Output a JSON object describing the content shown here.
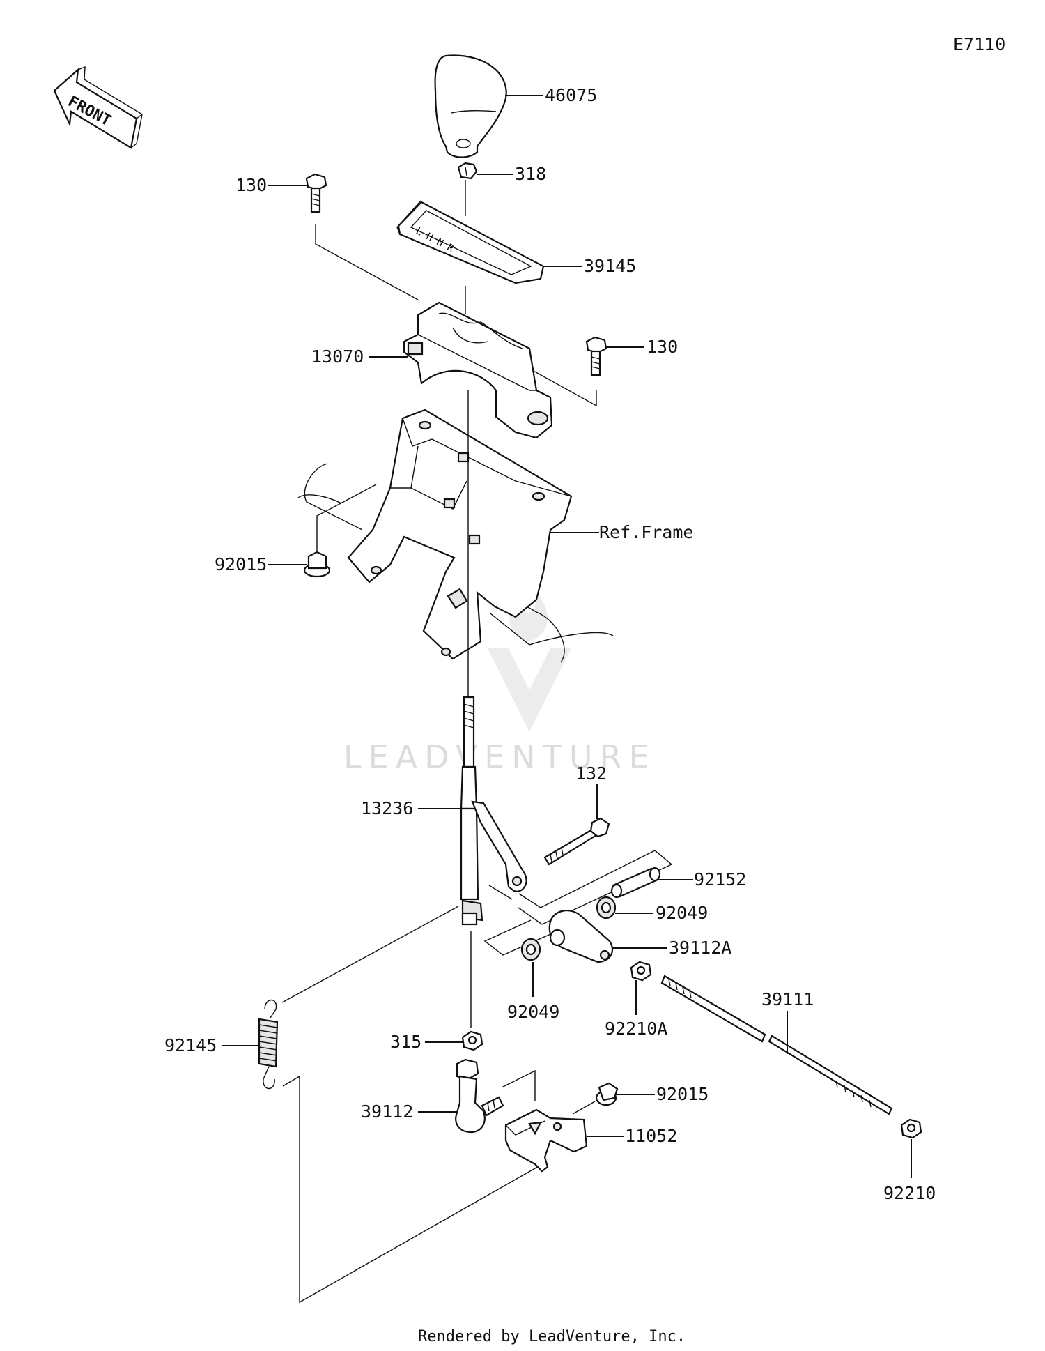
{
  "diagram_code": "E7110",
  "front_label": "FRONT",
  "watermark": "LEADVENTURE",
  "footer": "Rendered by LeadVenture, Inc.",
  "parts": {
    "p46075": "46075",
    "p318": "318",
    "p130_left": "130",
    "p39145": "39145",
    "p130_right": "130",
    "p13070": "13070",
    "p_ref_frame": "Ref.Frame",
    "p92015_left": "92015",
    "p132": "132",
    "p13236": "13236",
    "p92152": "92152",
    "p92049_right": "92049",
    "p39112A": "39112A",
    "p92049_left": "92049",
    "p92210A": "92210A",
    "p39111": "39111",
    "p92145": "92145",
    "p315": "315",
    "p92015_right": "92015",
    "p39112": "39112",
    "p11052": "11052",
    "p92210": "92210"
  }
}
